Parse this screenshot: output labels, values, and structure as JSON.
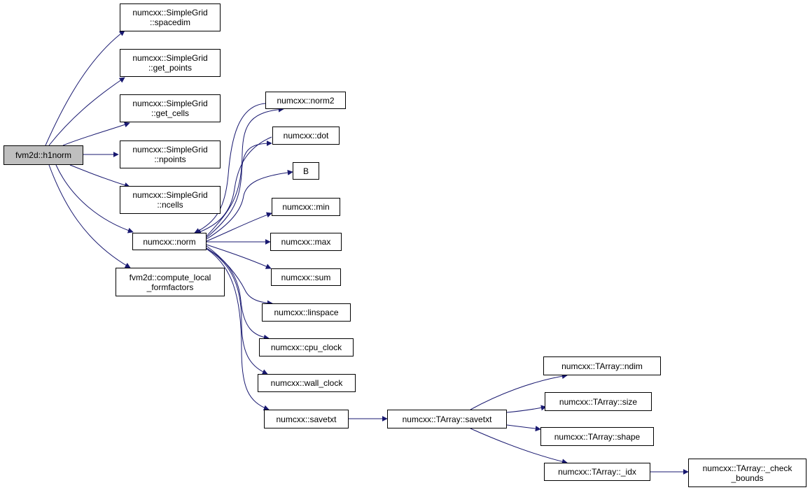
{
  "graph": {
    "root": {
      "line1": "fvm2d::h1norm",
      "line2": ""
    },
    "nodes": [
      {
        "key": "spacedim",
        "line1": "numcxx::SimpleGrid",
        "line2": "::spacedim"
      },
      {
        "key": "get_points",
        "line1": "numcxx::SimpleGrid",
        "line2": "::get_points"
      },
      {
        "key": "get_cells",
        "line1": "numcxx::SimpleGrid",
        "line2": "::get_cells"
      },
      {
        "key": "npoints",
        "line1": "numcxx::SimpleGrid",
        "line2": "::npoints"
      },
      {
        "key": "ncells",
        "line1": "numcxx::SimpleGrid",
        "line2": "::ncells"
      },
      {
        "key": "norm",
        "line1": "numcxx::norm",
        "line2": ""
      },
      {
        "key": "compute_local",
        "line1": "fvm2d::compute_local",
        "line2": "_formfactors"
      },
      {
        "key": "norm2",
        "line1": "numcxx::norm2",
        "line2": ""
      },
      {
        "key": "dot",
        "line1": "numcxx::dot",
        "line2": ""
      },
      {
        "key": "B",
        "line1": "B",
        "line2": ""
      },
      {
        "key": "min",
        "line1": "numcxx::min",
        "line2": ""
      },
      {
        "key": "max",
        "line1": "numcxx::max",
        "line2": ""
      },
      {
        "key": "sum",
        "line1": "numcxx::sum",
        "line2": ""
      },
      {
        "key": "linspace",
        "line1": "numcxx::linspace",
        "line2": ""
      },
      {
        "key": "cpu_clock",
        "line1": "numcxx::cpu_clock",
        "line2": ""
      },
      {
        "key": "wall_clock",
        "line1": "numcxx::wall_clock",
        "line2": ""
      },
      {
        "key": "savetxt",
        "line1": "numcxx::savetxt",
        "line2": ""
      },
      {
        "key": "ta_savetxt",
        "line1": "numcxx::TArray::savetxt",
        "line2": ""
      },
      {
        "key": "ta_ndim",
        "line1": "numcxx::TArray::ndim",
        "line2": ""
      },
      {
        "key": "ta_size",
        "line1": "numcxx::TArray::size",
        "line2": ""
      },
      {
        "key": "ta_shape",
        "line1": "numcxx::TArray::shape",
        "line2": ""
      },
      {
        "key": "ta_idx",
        "line1": "numcxx::TArray::_idx",
        "line2": ""
      },
      {
        "key": "ta_check",
        "line1": "numcxx::TArray::_check",
        "line2": "_bounds"
      }
    ],
    "edges": [
      [
        "root",
        "spacedim"
      ],
      [
        "root",
        "get_points"
      ],
      [
        "root",
        "get_cells"
      ],
      [
        "root",
        "npoints"
      ],
      [
        "root",
        "ncells"
      ],
      [
        "root",
        "norm"
      ],
      [
        "root",
        "compute_local"
      ],
      [
        "norm",
        "norm2"
      ],
      [
        "norm",
        "dot"
      ],
      [
        "norm",
        "B"
      ],
      [
        "norm",
        "min"
      ],
      [
        "norm",
        "max"
      ],
      [
        "norm",
        "sum"
      ],
      [
        "norm",
        "linspace"
      ],
      [
        "norm",
        "cpu_clock"
      ],
      [
        "norm",
        "wall_clock"
      ],
      [
        "norm",
        "savetxt"
      ],
      [
        "norm2",
        "norm"
      ],
      [
        "dot",
        "norm"
      ],
      [
        "savetxt",
        "ta_savetxt"
      ],
      [
        "ta_savetxt",
        "ta_ndim"
      ],
      [
        "ta_savetxt",
        "ta_size"
      ],
      [
        "ta_savetxt",
        "ta_shape"
      ],
      [
        "ta_savetxt",
        "ta_idx"
      ],
      [
        "ta_idx",
        "ta_check"
      ]
    ],
    "colors": {
      "edge": "#191970",
      "root_fill": "#bfbfbf",
      "node_fill": "#ffffff",
      "border": "#000000"
    }
  }
}
